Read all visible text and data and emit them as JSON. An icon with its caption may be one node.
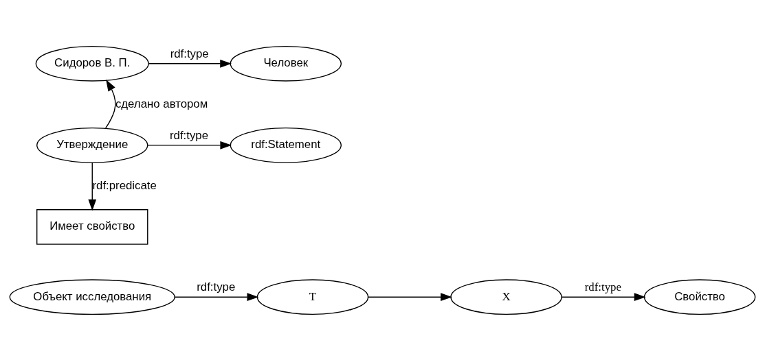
{
  "diagram": {
    "nodes": [
      {
        "text": [
          "Сидоров В. П."
        ]
      },
      {
        "text": [
          "Человек"
        ]
      },
      {
        "text": [
          "Утверждение"
        ]
      },
      {
        "text": [
          "rdf:Statement"
        ]
      },
      {
        "text": [
          "Имеет свойство"
        ]
      },
      {
        "text": [
          "Объект исследования"
        ]
      },
      {
        "text": [
          "T"
        ]
      },
      {
        "text": [
          "X"
        ]
      },
      {
        "text": [
          "Свойство"
        ]
      }
    ],
    "edges": [
      {
        "from": 0,
        "to": 1,
        "arrow": "to",
        "label": "rdf:type"
      },
      {
        "from": 2,
        "to": 0,
        "arrow": "to",
        "label": "сделано автором"
      },
      {
        "from": 2,
        "to": 3,
        "arrow": "to",
        "label": "rdf:type"
      },
      {
        "from": 2,
        "to": 4,
        "arrow": "to",
        "label": "rdf:predicate"
      },
      {
        "from": 5,
        "to": 6,
        "arrow": "to",
        "label": "rdf:type"
      },
      {
        "from": 6,
        "to": 7,
        "arrow": "to"
      },
      {
        "from": 7,
        "to": 8,
        "arrow": "to",
        "label": "rdf:type"
      }
    ]
  }
}
